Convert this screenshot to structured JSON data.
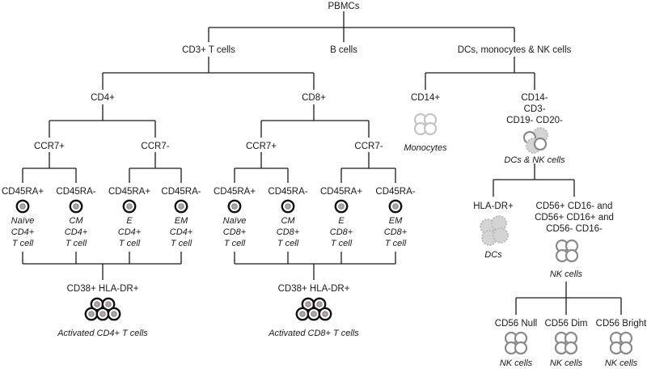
{
  "root": "PBMCs",
  "level1": {
    "t": "CD3+ T cells",
    "b": "B cells",
    "dc": "DCs, monocytes & NK cells"
  },
  "cd4": {
    "label": "CD4+",
    "ccr7p": "CCR7+",
    "ccr7m": "CCR7-",
    "leaves": [
      {
        "marker": "CD45RA+",
        "lines": [
          "Naïve",
          "CD4+",
          "T cell"
        ]
      },
      {
        "marker": "CD45RA-",
        "lines": [
          "CM",
          "CD4+",
          "T cell"
        ]
      },
      {
        "marker": "CD45RA+",
        "lines": [
          "E",
          "CD4+",
          "T cell"
        ]
      },
      {
        "marker": "CD45RA-",
        "lines": [
          "EM",
          "CD4+",
          "T cell"
        ]
      }
    ],
    "activated_marker": "CD38+ HLA-DR+",
    "activated_label": "Activated CD4+ T cells"
  },
  "cd8": {
    "label": "CD8+",
    "ccr7p": "CCR7+",
    "ccr7m": "CCR7-",
    "leaves": [
      {
        "marker": "CD45RA+",
        "lines": [
          "Naïve",
          "CD8+",
          "T cell"
        ]
      },
      {
        "marker": "CD45RA-",
        "lines": [
          "CM",
          "CD8+",
          "T cell"
        ]
      },
      {
        "marker": "CD45RA+",
        "lines": [
          "E",
          "CD8+",
          "T cell"
        ]
      },
      {
        "marker": "CD45RA-",
        "lines": [
          "EM",
          "CD8+",
          "T cell"
        ]
      }
    ],
    "activated_marker": "CD38+ HLA-DR+",
    "activated_label": "Activated CD8+ T cells"
  },
  "myeloid": {
    "cd14p": "CD14+",
    "monocytes": "Monocytes",
    "cd14m_lines": [
      "CD14-",
      "CD3-",
      "CD19- CD20-"
    ],
    "dcs_nk": "DCs & NK cells",
    "hladr": "HLA-DR+",
    "dcs": "DCs",
    "cd56_lines": [
      "CD56+ CD16- and",
      "CD56+ CD16+ and",
      "CD56- CD16-"
    ],
    "nk": "NK cells",
    "subsets": [
      {
        "marker": "CD56 Null",
        "label": "NK cells"
      },
      {
        "marker": "CD56 Dim",
        "label": "NK cells"
      },
      {
        "marker": "CD56 Bright",
        "label": "NK cells"
      }
    ]
  }
}
